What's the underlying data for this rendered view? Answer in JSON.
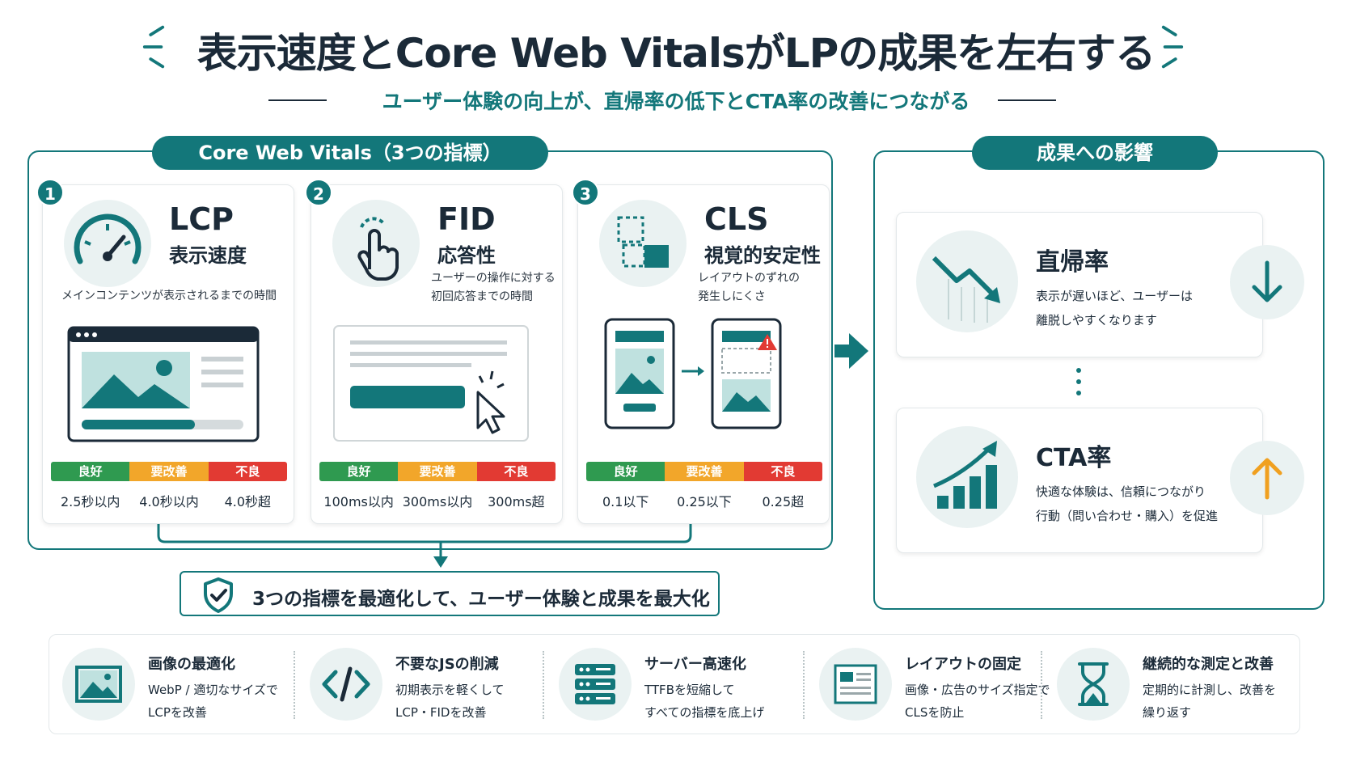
{
  "header": {
    "title": "表示速度とCore Web VitalsがLPの成果を左右する",
    "subtitle": "ユーザー体験の向上が、直帰率の低下とCTA率の改善につながる"
  },
  "left_panel": {
    "label": "Core Web Vitals（3つの指標）"
  },
  "right_panel": {
    "label": "成果への影響"
  },
  "metrics": [
    {
      "number": "1",
      "abbr": "LCP",
      "name": "表示速度",
      "desc_lines": [
        "メインコンテンツが表示されるまでの時間"
      ],
      "ratings": [
        "良好",
        "要改善",
        "不良"
      ],
      "thresholds": [
        "2.5秒以内",
        "4.0秒以内",
        "4.0秒超"
      ]
    },
    {
      "number": "2",
      "abbr": "FID",
      "name": "応答性",
      "desc_lines": [
        "ユーザーの操作に対する",
        "初回応答までの時間"
      ],
      "ratings": [
        "良好",
        "要改善",
        "不良"
      ],
      "thresholds": [
        "100ms以内",
        "300ms以内",
        "300ms超"
      ]
    },
    {
      "number": "3",
      "abbr": "CLS",
      "name": "視覚的安定性",
      "desc_lines": [
        "レイアウトのずれの",
        "発生しにくさ"
      ],
      "ratings": [
        "良好",
        "要改善",
        "不良"
      ],
      "thresholds": [
        "0.1以下",
        "0.25以下",
        "0.25超"
      ]
    }
  ],
  "conclusion": "3つの指標を最適化して、ユーザー体験と成果を最大化",
  "impacts": [
    {
      "title": "直帰率",
      "desc_lines": [
        "表示が遅いほど、ユーザーは",
        "離脱しやすくなります"
      ],
      "trend_icon": "arrow-down-icon"
    },
    {
      "title": "CTA率",
      "desc_lines": [
        "快適な体験は、信頼につながり",
        "行動（問い合わせ・購入）を促進"
      ],
      "trend_icon": "arrow-up-icon"
    }
  ],
  "tips": [
    {
      "icon": "image-icon",
      "title": "画像の最適化",
      "desc_lines": [
        "WebP / 適切なサイズで",
        "LCPを改善"
      ]
    },
    {
      "icon": "code-icon",
      "title": "不要なJSの削減",
      "desc_lines": [
        "初期表示を軽くして",
        "LCP・FIDを改善"
      ]
    },
    {
      "icon": "server-icon",
      "title": "サーバー高速化",
      "desc_lines": [
        "TTFBを短縮して",
        "すべての指標を底上げ"
      ]
    },
    {
      "icon": "layout-icon",
      "title": "レイアウトの固定",
      "desc_lines": [
        "画像・広告のサイズ指定で",
        "CLSを防止"
      ]
    },
    {
      "icon": "hourglass-icon",
      "title": "継続的な測定と改善",
      "desc_lines": [
        "定期的に計測し、改善を",
        "繰り返す"
      ]
    }
  ],
  "colors": {
    "accent": "#13777a",
    "good": "#2f9a50",
    "needs_improvement": "#f2a62a",
    "poor": "#e23a33",
    "up_arrow": "#f0a020"
  }
}
